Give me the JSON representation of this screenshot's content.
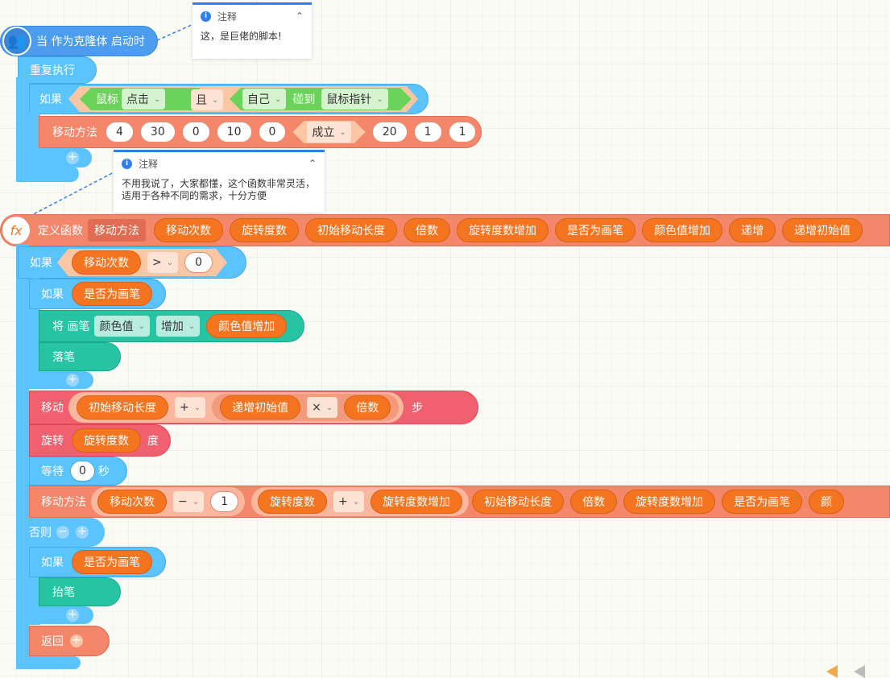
{
  "comments": [
    {
      "title": "注释",
      "text": "这，是巨佬的脚本!"
    },
    {
      "title": "注释",
      "text": "不用我说了，大家都懂，这个函数非常灵活，适用于各种不同的需求，十分方便"
    }
  ],
  "hat": {
    "label": "当 作为克隆体 启动时"
  },
  "repeat": "重复执行",
  "if1": {
    "kw": "如果",
    "mouse": "鼠标",
    "click": "点击",
    "and": "且",
    "self": "自己",
    "touch": "碰到",
    "pointer": "鼠标指针"
  },
  "call1": {
    "name": "移动方法",
    "args": [
      "4",
      "30",
      "0",
      "10",
      "0"
    ],
    "bool": "成立",
    "args2": [
      "20",
      "1",
      "1"
    ]
  },
  "def": {
    "kw": "定义函数",
    "name": "移动方法",
    "params": [
      "移动次数",
      "旋转度数",
      "初始移动长度",
      "倍数",
      "旋转度数增加",
      "是否为画笔",
      "颜色值增加",
      "递增",
      "递增初始值"
    ]
  },
  "if2": {
    "kw": "如果",
    "var": "移动次数",
    "op": ">",
    "val": "0"
  },
  "if3": {
    "kw": "如果",
    "var": "是否为画笔"
  },
  "pen": {
    "set": "将 画笔",
    "prop": "颜色值",
    "mode": "增加",
    "var": "颜色值增加"
  },
  "pendown": "落笔",
  "move": {
    "kw": "移动",
    "a": "初始移动长度",
    "op1": "+",
    "b": "递增初始值",
    "op2": "×",
    "c": "倍数",
    "unit": "步"
  },
  "turn": {
    "kw": "旋转",
    "a": "旋转度数",
    "unit": "度"
  },
  "wait": {
    "kw": "等待",
    "val": "0",
    "unit": "秒"
  },
  "call2": {
    "name": "移动方法",
    "a": "移动次数",
    "op": "−",
    "b": "1",
    "c": "旋转度数",
    "op2": "+",
    "d": "旋转度数增加",
    "rest": [
      "初始移动长度",
      "倍数",
      "旋转度数增加",
      "是否为画笔",
      "颜"
    ]
  },
  "else": "否则",
  "if4": {
    "kw": "如果",
    "var": "是否为画笔"
  },
  "penup": "抬笔",
  "ret": "返回",
  "sym": {
    "plus": "+",
    "minus": "−",
    "caret": "⌄",
    "info": "i",
    "collapse": "⌃"
  }
}
